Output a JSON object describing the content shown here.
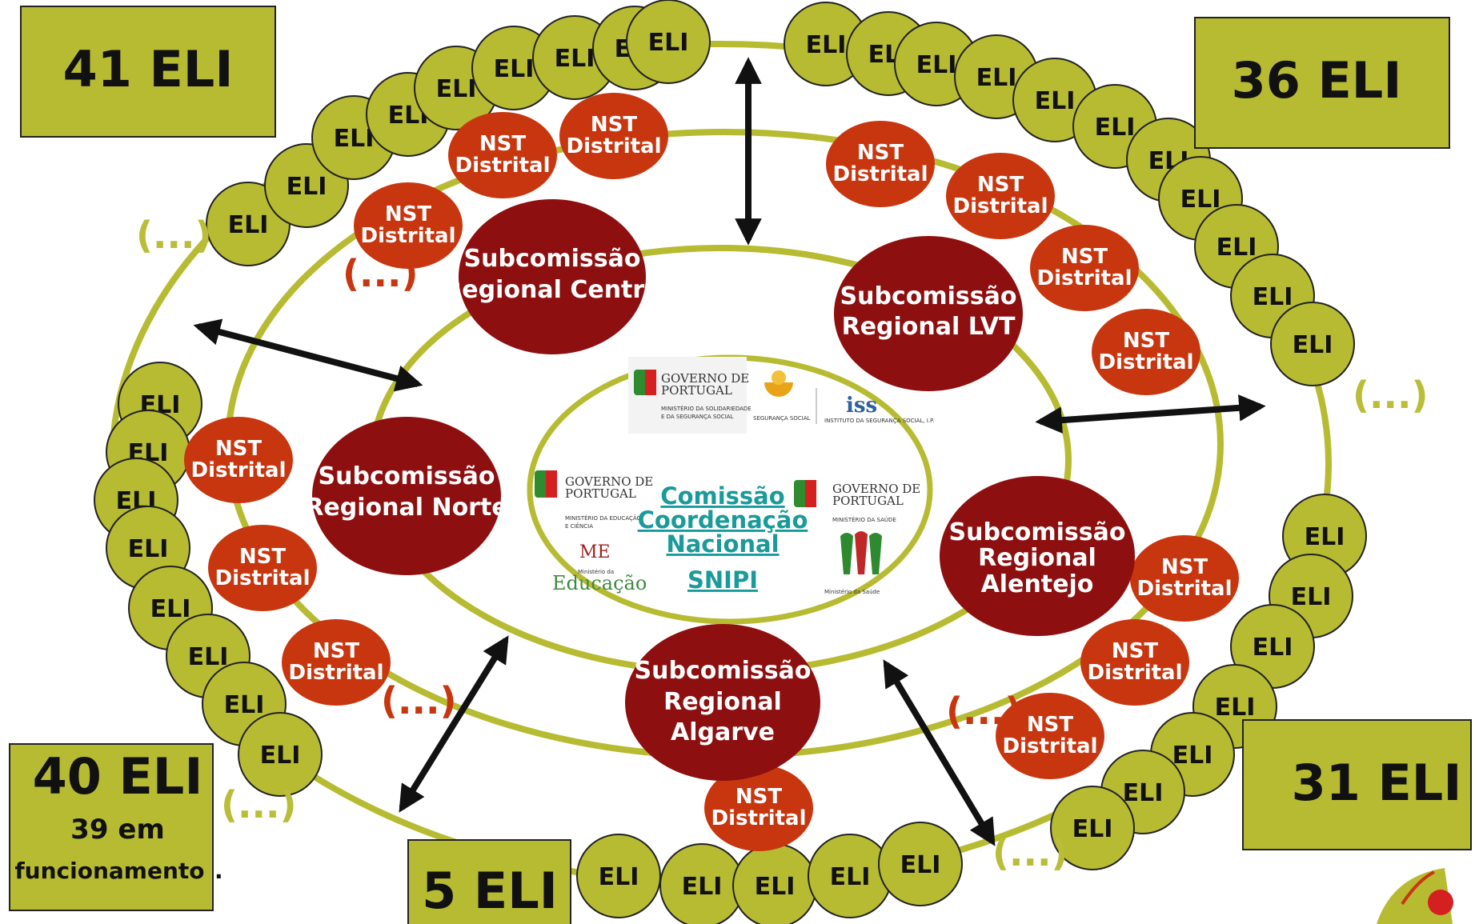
{
  "boxes": {
    "top_left": "41 ELI",
    "top_right": "36 ELI",
    "bottom_left": "40 ELI",
    "bottom_left_sub1": "39 em",
    "bottom_left_sub2": "funcionamento",
    "bottom_left_period": ".",
    "bottom_right": "31 ELI",
    "bottom_center": "5 ELI"
  },
  "eli_label": "ELI",
  "nst": {
    "line1": "NST",
    "line2": "Distrital"
  },
  "ellipsis": "(...)",
  "subcomissoes": {
    "centro": [
      "Subcomissão",
      "Regional Centro"
    ],
    "lvt": [
      "Subcomissão",
      "Regional LVT"
    ],
    "norte": [
      "Subcomissão",
      "Regional Norte"
    ],
    "alentejo": [
      "Subcomissão",
      "Regional",
      "Alentejo"
    ],
    "algarve": [
      "Subcomissão",
      "Regional",
      "Algarve"
    ]
  },
  "center": {
    "line1": "Comissão",
    "line2": "Coordenação",
    "line3": "Nacional",
    "snipi": "SNIPI"
  },
  "logos": {
    "gov_line1": "GOVERNO DE",
    "gov_line2": "PORTUGAL",
    "solidariedade": "MINISTÉRIO DA SOLIDARIEDADE",
    "solidariedade2": "E DA SEGURANÇA SOCIAL",
    "seg_social": "SEGURANÇA SOCIAL",
    "iss_name": "INSTITUTO DA SEGURANÇA SOCIAL, I.P.",
    "educacao_min": "MINISTÉRIO DA EDUCAÇÃO",
    "educacao_min2": "E CIÊNCIA",
    "educacao_word": "Educação",
    "educacao_small": "Ministério da",
    "saude_min": "MINISTÉRIO DA SAÚDE",
    "saude_word": "Ministério da Saúde"
  },
  "colors": {
    "olive": "#b7bb32",
    "olive_dark": "#9a9d22",
    "nst_orange": "#c8360f",
    "sub_dark_red": "#8e0f0f",
    "ring": "#b7bb32",
    "arrow": "#111111"
  }
}
